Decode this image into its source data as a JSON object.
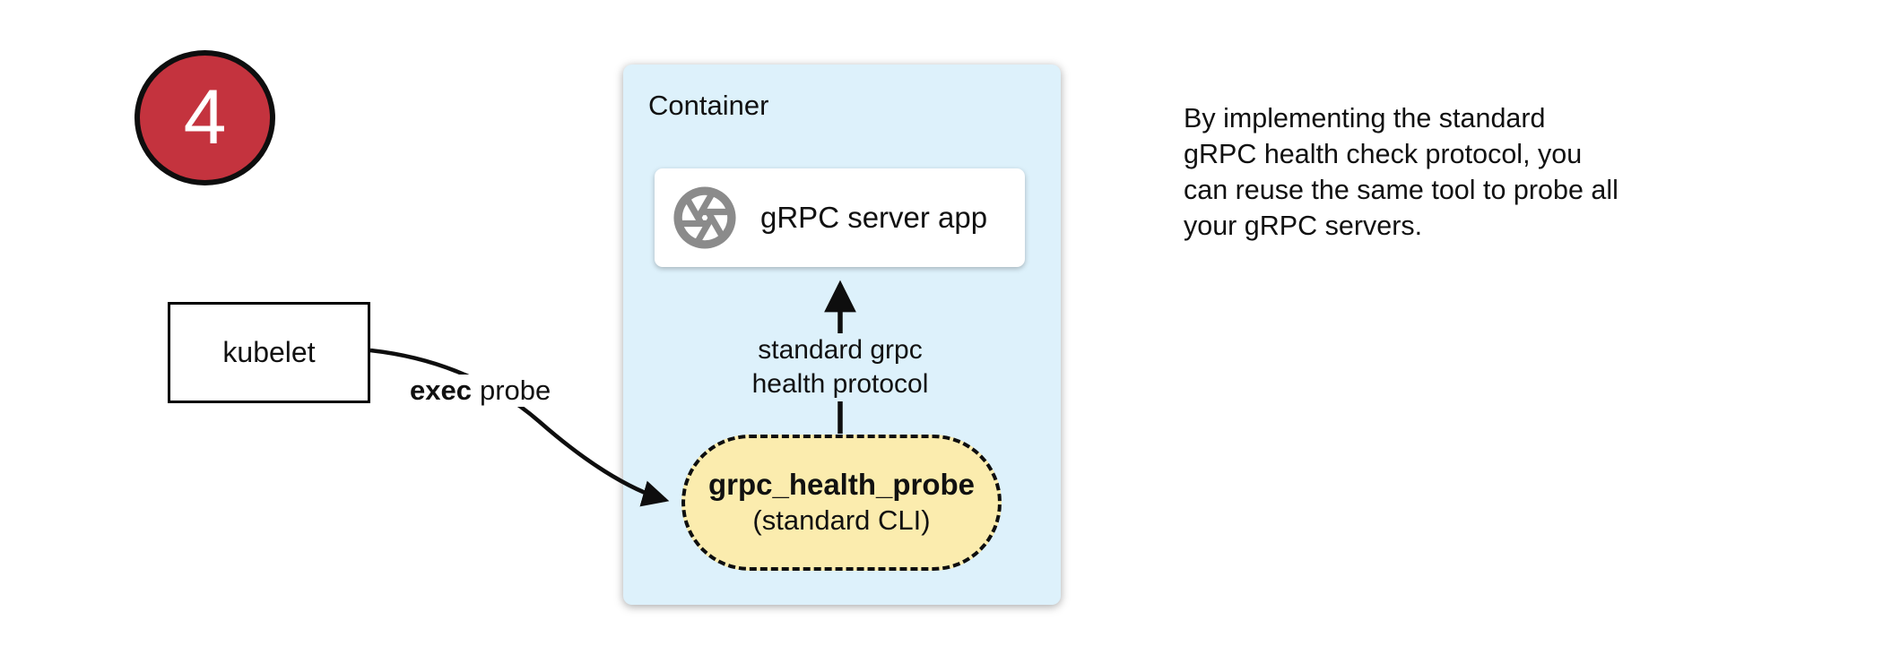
{
  "badge": {
    "number": "4"
  },
  "kubelet": {
    "label": "kubelet"
  },
  "exec_probe_label": {
    "bold": "exec",
    "rest": "probe"
  },
  "container": {
    "title": "Container",
    "server_box": {
      "label": "gRPC server app",
      "icon": "shutter-icon"
    },
    "protocol_label": {
      "line1": "standard grpc",
      "line2": "health protocol"
    },
    "probe_box": {
      "title": "grpc_health_probe",
      "subtitle": "(standard CLI)"
    }
  },
  "note": {
    "lines": [
      "By implementing the standard",
      "gRPC health check protocol, you",
      "can reuse the same tool to probe all",
      "your gRPC servers."
    ]
  },
  "colors": {
    "badge_red": "#C4333E",
    "container_blue": "#DDF1FB",
    "probe_yellow": "#FBECAE",
    "icon_gray": "#8b8b8b"
  }
}
